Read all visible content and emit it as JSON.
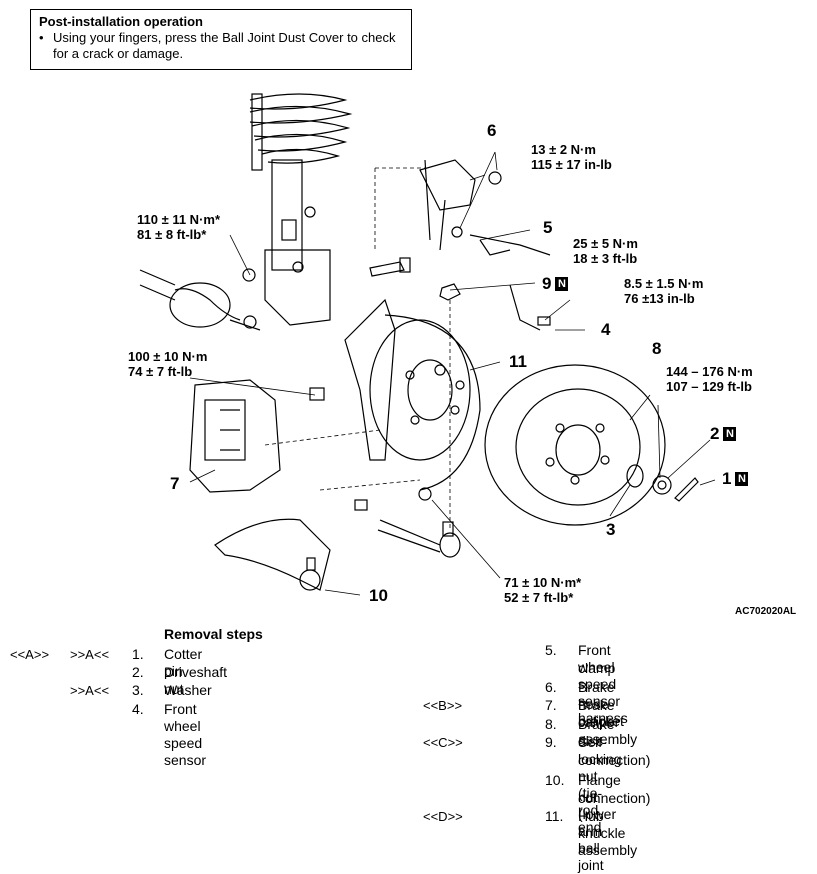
{
  "note": {
    "title": "Post-installation operation",
    "bullet": "Using your fingers, press the Ball Joint Dust Cover to check for a crack or damage."
  },
  "figure": {
    "reference_code": "AC702020AL",
    "torques": {
      "t1_a": "110 ± 11 N·m*",
      "t1_b": "81 ± 8 ft-lb*",
      "t2_a": "13 ± 2 N·m",
      "t2_b": "115 ± 17 in-lb",
      "t3_a": "25 ± 5 N·m",
      "t3_b": "18 ± 3 ft-lb",
      "t4_a": "8.5 ± 1.5 N·m",
      "t4_b": "76 ±13 in-lb",
      "t5_a": "100 ± 10 N·m",
      "t5_b": "74 ± 7 ft-lb",
      "t6_a": "144 – 176 N·m",
      "t6_b": "107 – 129 ft-lb",
      "t7_a": "71 ± 10 N·m*",
      "t7_b": "52 ± 7 ft-lb*"
    },
    "callouts": {
      "c1": "1",
      "c2": "2",
      "c3": "3",
      "c4": "4",
      "c5": "5",
      "c6": "6",
      "c7": "7",
      "c8": "8",
      "c9": "9",
      "c10": "10",
      "c11": "11",
      "new_part_mark": "N"
    }
  },
  "removal": {
    "title": "Removal steps",
    "left": [
      {
        "tag1": "<<A>>",
        "tag2": ">>A<<",
        "num": "1.",
        "text": "Cotter pin"
      },
      {
        "tag1": "",
        "tag2": "",
        "num": "2.",
        "text": "Driveshaft nut"
      },
      {
        "tag1": "",
        "tag2": ">>A<<",
        "num": "3.",
        "text": "Washer"
      },
      {
        "tag1": "",
        "tag2": "",
        "num": "4.",
        "text": "Front wheel speed sensor"
      }
    ],
    "right": [
      {
        "tag": "",
        "num": "5.",
        "text": "Front wheel speed sensor harness",
        "text2": "clamp"
      },
      {
        "tag": "",
        "num": "6.",
        "text": "Brake hose bracket",
        "text2": ""
      },
      {
        "tag": "<<B>>",
        "num": "7.",
        "text": "Brake caliper assembly",
        "text2": ""
      },
      {
        "tag": "",
        "num": "8.",
        "text": "Brake disc",
        "text2": ""
      },
      {
        "tag": "<<C>>",
        "num": "9.",
        "text": "Self-locking nut (tie-rod end",
        "text2": "connection)"
      },
      {
        "tag": "",
        "num": "10.",
        "text": "Flange nut (lower arm ball joint",
        "text2": "connection)"
      },
      {
        "tag": "<<D>>",
        "num": "11.",
        "text": "Hub knuckle assembly",
        "text2": ""
      }
    ]
  }
}
